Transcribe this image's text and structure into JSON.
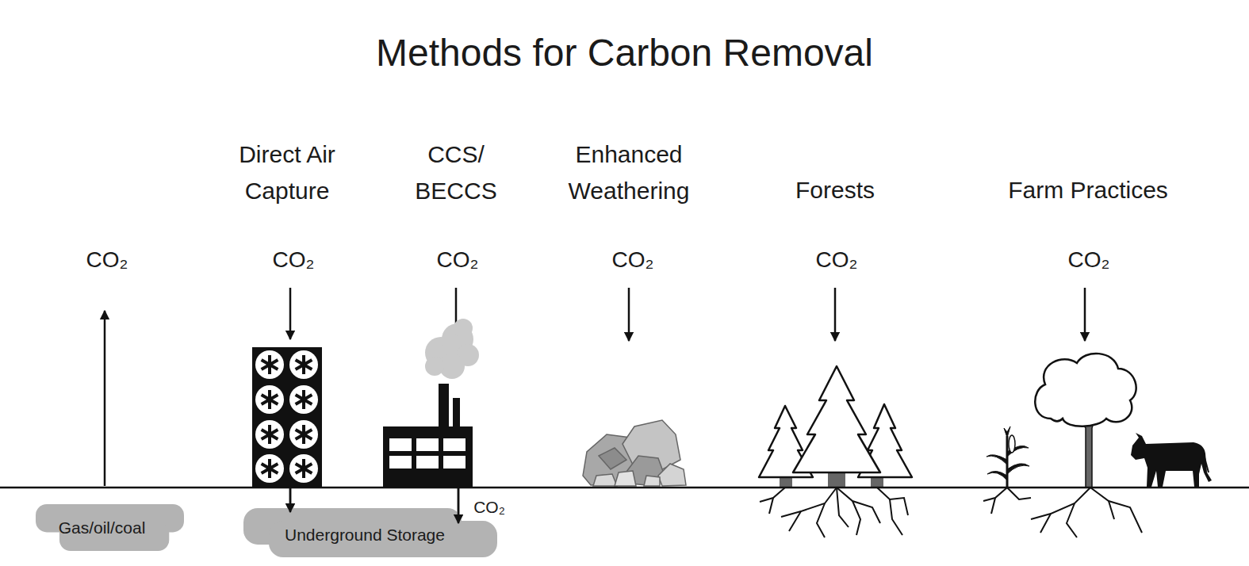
{
  "diagram": {
    "title": "Methods for Carbon Removal",
    "nodes": [
      {
        "text": [
          "Gas/oil/coal"
        ]
      },
      {
        "text": [
          "Underground Storage"
        ]
      }
    ],
    "labels": [
      "Direct Air Capture",
      "CCS/ BECCS",
      "Enhanced Weathering",
      "Forests",
      "Farm Practices",
      "CO₂",
      "CO₂",
      "CO₂",
      "CO₂",
      "CO₂",
      "CO₂",
      "CO₂"
    ]
  }
}
